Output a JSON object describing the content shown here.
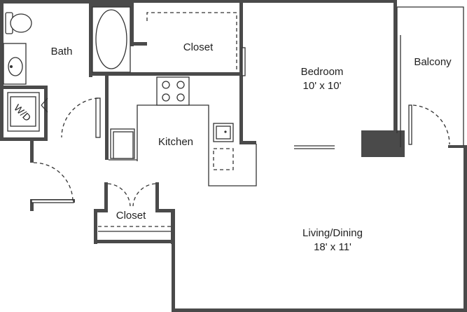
{
  "rooms": {
    "bath": {
      "name": "Bath"
    },
    "closet_upper": {
      "name": "Closet"
    },
    "bedroom": {
      "name": "Bedroom",
      "dims": "10' x 10'"
    },
    "balcony": {
      "name": "Balcony"
    },
    "kitchen": {
      "name": "Kitchen"
    },
    "closet_lower": {
      "name": "Closet"
    },
    "living": {
      "name": "Living/Dining",
      "dims": "18' x 11'"
    }
  },
  "fixtures": {
    "washer_dryer": "W/D"
  }
}
